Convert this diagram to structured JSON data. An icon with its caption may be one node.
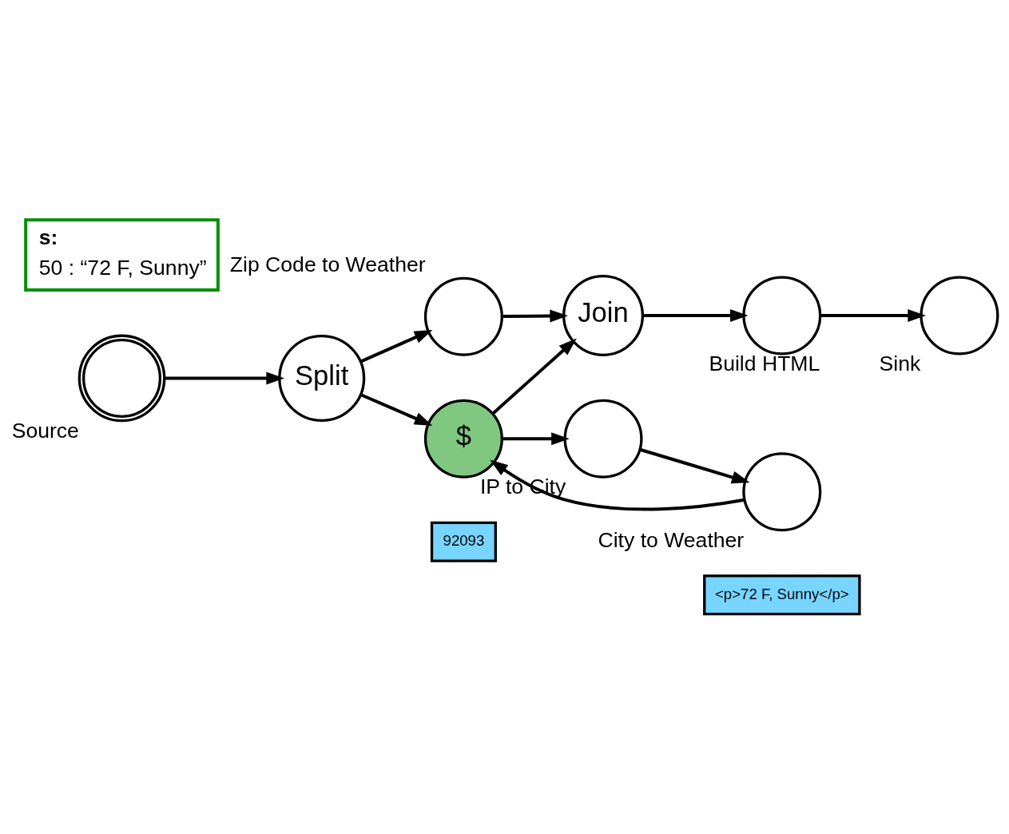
{
  "diagram": {
    "nodes": [
      {
        "text": [
          "Source"
        ]
      },
      {
        "text": [
          "Split"
        ]
      },
      {
        "text": [
          "Zip Code to Weather"
        ]
      },
      {
        "text": [
          "92093"
        ]
      },
      {
        "text": [
          "Join"
        ]
      },
      {
        "text": [
          "$"
        ]
      },
      {
        "text": [
          "IP to City"
        ]
      },
      {
        "text": [
          "City to Weather"
        ]
      },
      {
        "text": [
          "Build HTML"
        ]
      },
      {
        "text": [
          "<p>72 F, Sunny</p>"
        ]
      },
      {
        "text": [
          "Sink"
        ]
      },
      {
        "text": [
          "s:",
          "50 : “72 F, Sunny”"
        ]
      }
    ],
    "edges": [
      {
        "from": 0,
        "to": 1,
        "arrow": "to"
      },
      {
        "from": 1,
        "to": 2,
        "arrow": "to"
      },
      {
        "from": 2,
        "to": 4,
        "arrow": "to"
      },
      {
        "from": 1,
        "to": 5,
        "arrow": "to"
      },
      {
        "from": 5,
        "to": 4,
        "arrow": "to"
      },
      {
        "from": 5,
        "to": 6,
        "arrow": "to"
      },
      {
        "from": 6,
        "to": 7,
        "arrow": "to"
      },
      {
        "from": 7,
        "to": 5,
        "arrow": "to"
      },
      {
        "from": 4,
        "to": 8,
        "arrow": "to"
      },
      {
        "from": 8,
        "to": 10,
        "arrow": "to"
      }
    ]
  }
}
